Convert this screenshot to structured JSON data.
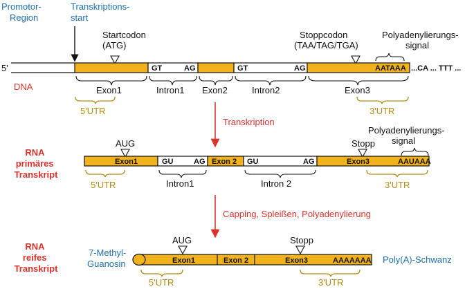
{
  "dna": {
    "promoter_label": "Promotor-\nRegion",
    "tss_label": "Transkriptions-\nstart",
    "start_codon_label": "Startcodon\n(ATG)",
    "stop_codon_label": "Stoppcodon\n(TAA/TAG/TGA)",
    "polya_signal_label": "Polyadenylierungs-\nsignal",
    "five_prime": "5'",
    "dna_label": "DNA",
    "gt1": "GT",
    "ag1": "AG",
    "gt2": "GT",
    "ag2": "AG",
    "aataaa": "AATAAA",
    "tail": "...CA ... TTT ...",
    "exon1": "Exon1",
    "intron1": "Intron1",
    "exon2": "Exon2",
    "intron2": "Intron2",
    "exon3": "Exon3",
    "utr5": "5'UTR",
    "utr3": "3'UTR"
  },
  "transcription_label": "Transkription",
  "pre_mrna": {
    "title": "RNA\nprimäres\nTranskript",
    "aug": "AUG",
    "stopp": "Stopp",
    "polya_signal_label": "Polyadenylierungs-\nsignal",
    "exon1": "Exon1",
    "gu1": "GU",
    "ag1": "AG",
    "exon2": "Exon 2",
    "gu2": "GU",
    "ag2": "AG",
    "exon3": "Exon3",
    "auuaaa": "AAUAAA",
    "intron1": "Intron1",
    "intron2": "Intron 2",
    "utr5": "5'UTR",
    "utr3": "3'UTR"
  },
  "processing_label": "Capping, Spleißen, Polyadenylierung",
  "mrna": {
    "title": "RNA\nreifes\nTranskript",
    "cap_label": "7-Methyl-\nGuanosin",
    "aug": "AUG",
    "stopp": "Stopp",
    "exon1": "Exon1",
    "exon2": "Exon 2",
    "exon3": "Exon3",
    "polya": "AAAAAAA",
    "tail_label": "Poly(A)-Schwanz",
    "utr5": "5'UTR",
    "utr3": "3'UTR"
  }
}
